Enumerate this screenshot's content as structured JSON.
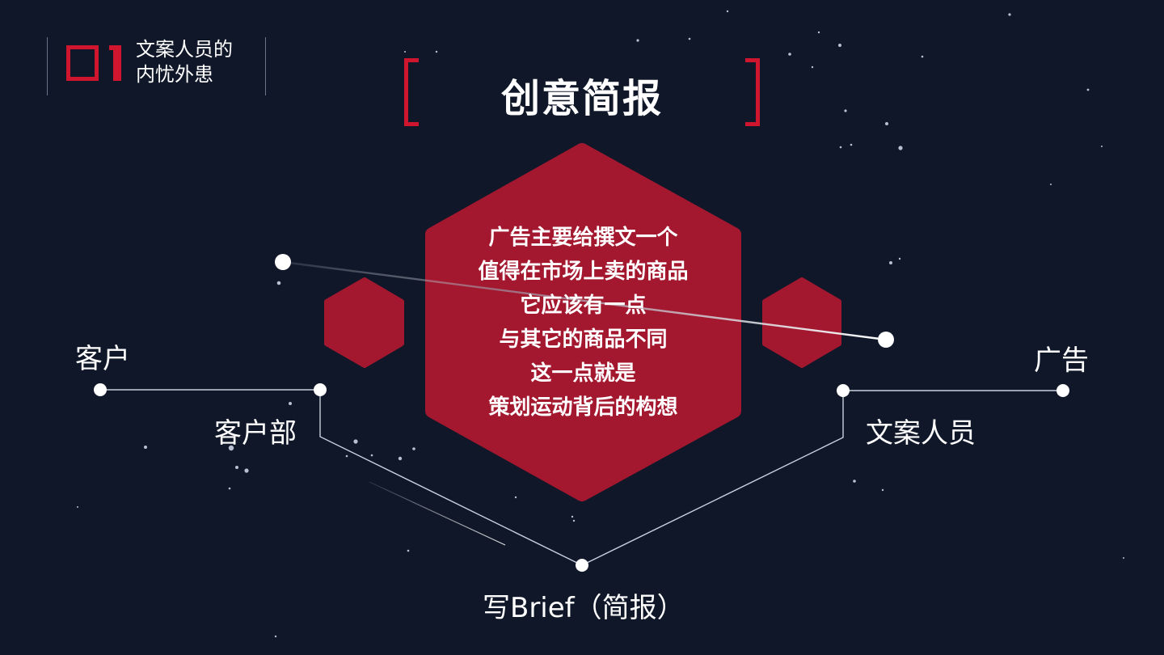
{
  "section": {
    "number": "01",
    "title_line1": "文案人员的",
    "title_line2": "内忧外患"
  },
  "main_title": "创意简报",
  "center_hexagon": {
    "lines": [
      "广告主要给撰文一个",
      "值得在市场上卖的商品",
      "它应该有一点",
      "与其它的商品不同",
      "这一点就是",
      "策划运动背后的构想"
    ]
  },
  "nodes": {
    "client": "客户",
    "client_dept": "客户部",
    "advertising": "广告",
    "copywriter": "文案人员",
    "write_brief": "写Brief（简报）"
  },
  "colors": {
    "background": "#0f1729",
    "accent_red": "#d0152f",
    "hexagon_red": "#a3182f",
    "text": "#ffffff",
    "line": "#c9cfdc"
  }
}
